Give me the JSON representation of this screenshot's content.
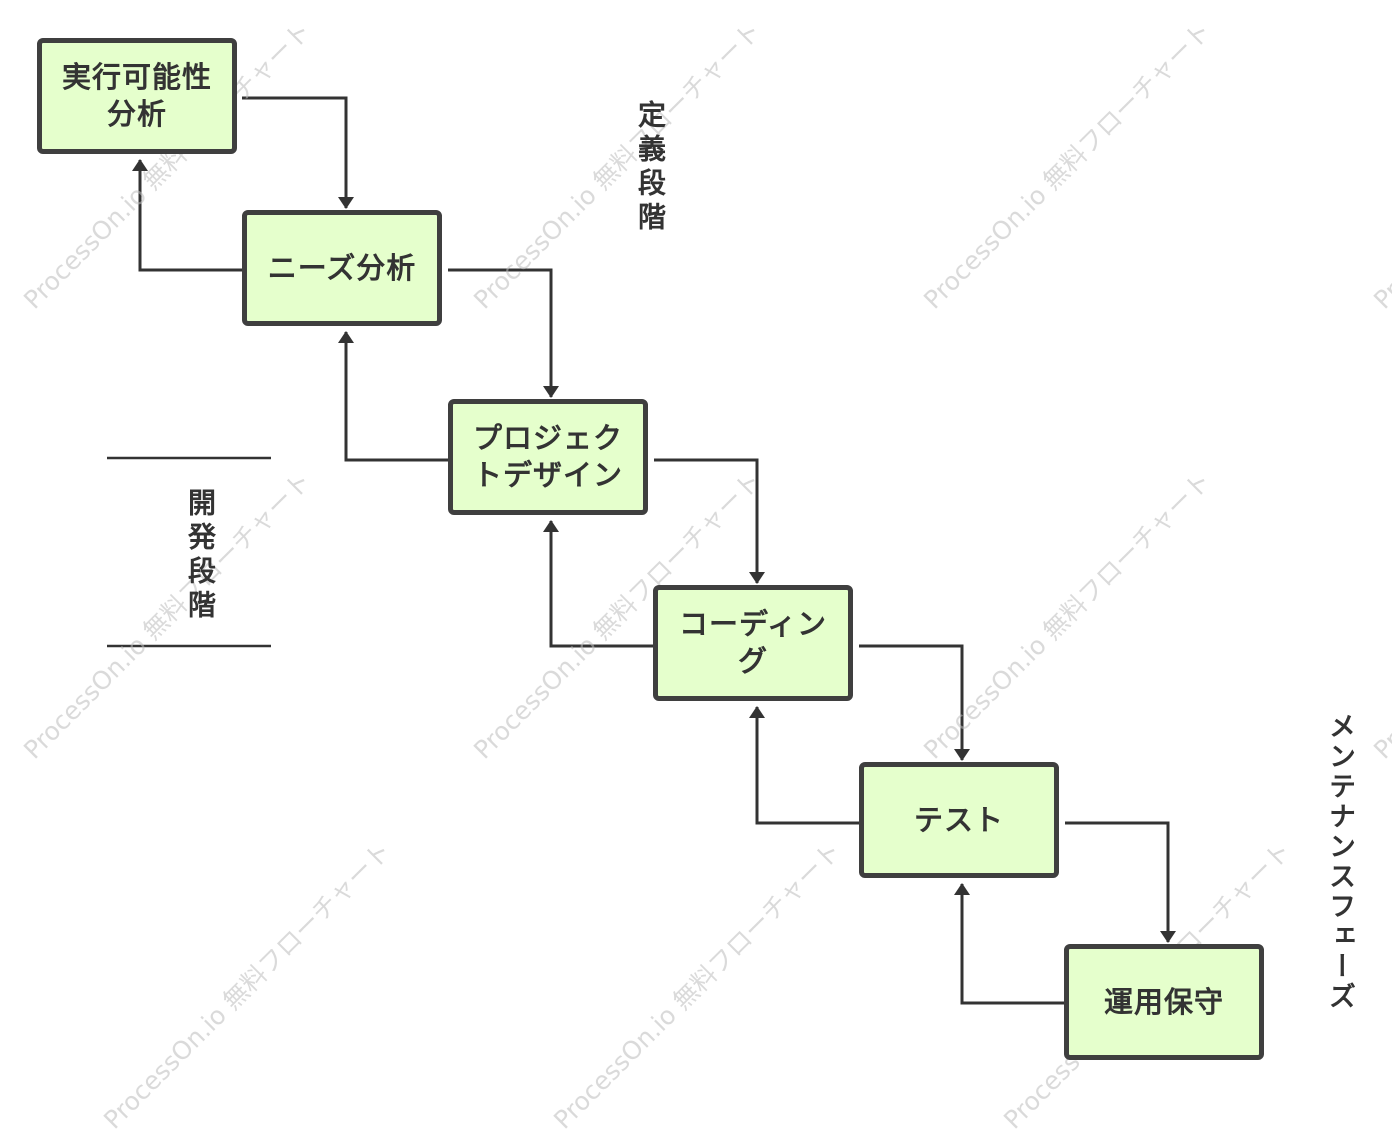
{
  "nodes": [
    {
      "id": "feasibility",
      "label": "実行可能性分析"
    },
    {
      "id": "needs",
      "label": "ニーズ分析"
    },
    {
      "id": "project-design",
      "label": "プロジェクトデザイン"
    },
    {
      "id": "coding",
      "label": "コーディング"
    },
    {
      "id": "test",
      "label": "テスト"
    },
    {
      "id": "operation",
      "label": "運用保守"
    }
  ],
  "phases": {
    "definition": "定義段階",
    "development": "開発段階",
    "maintenance": "メンテナンスフェーズ"
  },
  "watermark": "ProcessOn.io 無料フローチャート",
  "colors": {
    "node_fill": "#e5ffcc",
    "node_border": "#3f3f3f",
    "connector": "#333333"
  }
}
